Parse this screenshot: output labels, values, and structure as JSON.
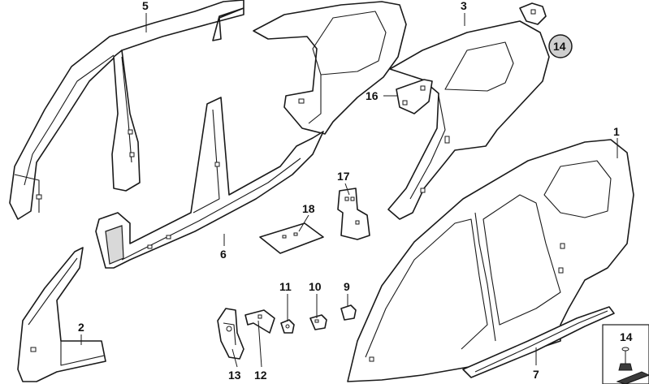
{
  "callouts": {
    "p1": "1",
    "p2": "2",
    "p3": "3",
    "p5": "5",
    "p6": "6",
    "p7": "7",
    "p9": "9",
    "p10": "10",
    "p11": "11",
    "p12": "12",
    "p13": "13",
    "p14_badge": "14",
    "p14_inset": "14",
    "p16": "16",
    "p17": "17",
    "p18": "18"
  },
  "colors": {
    "line": "#1a1a1a",
    "badge_fill": "#cfcfcf",
    "background": "#ffffff"
  }
}
